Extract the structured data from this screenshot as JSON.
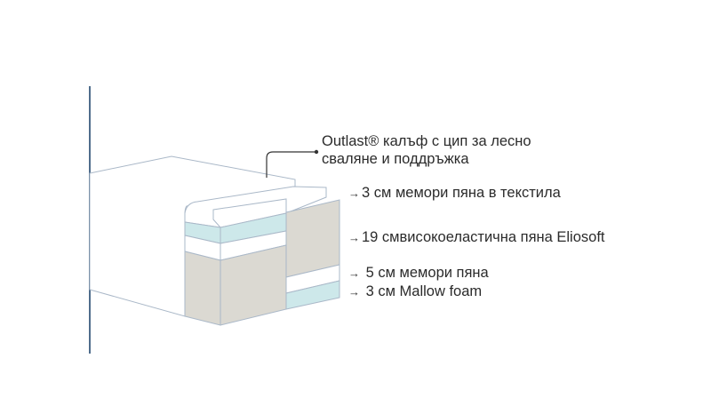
{
  "colors": {
    "axis": "#4f6d8c",
    "outline": "#aab8c8",
    "gray": "#dbd9d2",
    "teal": "#cde8ea",
    "text": "#2b2b2b"
  },
  "labels": {
    "cover_line1": "Outlast® калъф с цип за лесно",
    "cover_line2": "сваляне и поддръжка",
    "layer1": "3 см мемори пяна в текстила",
    "layer2": "19 смвисокоеластична пяна Eliosoft",
    "layer3": "5 см мемори пяна",
    "layer4": "3 см Mallow foam",
    "arrow": "→"
  }
}
